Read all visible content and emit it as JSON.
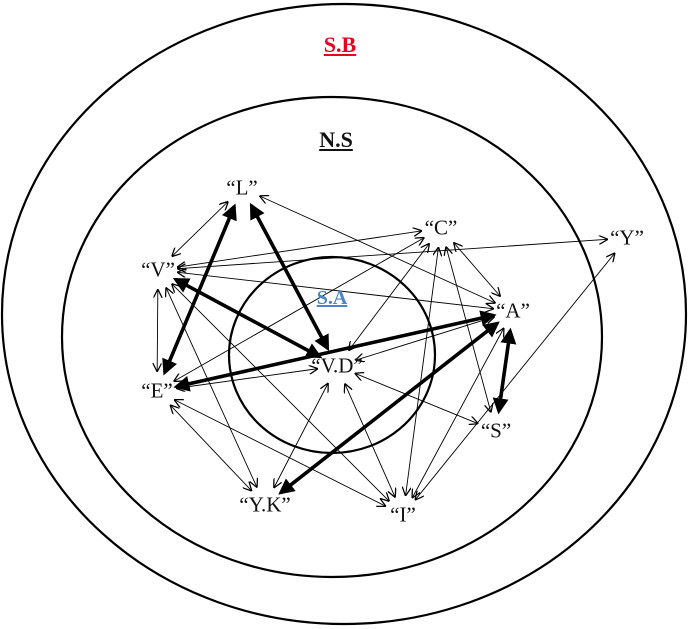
{
  "rings": {
    "outer_label": "S.B",
    "middle_label": "N.S",
    "inner_label": "S.A"
  },
  "colors": {
    "outer_label": "#e8001c",
    "middle_label": "#111111",
    "inner_label": "#4a86c8",
    "ink": "#000000"
  },
  "nodes": [
    {
      "id": "L",
      "label": "“L”"
    },
    {
      "id": "C",
      "label": "“C”"
    },
    {
      "id": "Y",
      "label": "“Y”"
    },
    {
      "id": "V",
      "label": "“V”"
    },
    {
      "id": "A",
      "label": "“A”"
    },
    {
      "id": "VD",
      "label": "“V.D”"
    },
    {
      "id": "E",
      "label": "“E”"
    },
    {
      "id": "S",
      "label": "“S”"
    },
    {
      "id": "YK",
      "label": "“Y.K”"
    },
    {
      "id": "I",
      "label": "“I”"
    }
  ],
  "edges": [
    {
      "from": "L",
      "to": "E",
      "weight": "bold"
    },
    {
      "from": "L",
      "to": "VD",
      "weight": "bold"
    },
    {
      "from": "V",
      "to": "VD",
      "weight": "bold"
    },
    {
      "from": "E",
      "to": "A",
      "weight": "bold"
    },
    {
      "from": "A",
      "to": "YK",
      "weight": "bold"
    },
    {
      "from": "A",
      "to": "S",
      "weight": "bold"
    },
    {
      "from": "L",
      "to": "V",
      "weight": "thin"
    },
    {
      "from": "L",
      "to": "A",
      "weight": "thin"
    },
    {
      "from": "L",
      "to": "E",
      "weight": "thin"
    },
    {
      "from": "V",
      "to": "Y",
      "weight": "thin"
    },
    {
      "from": "V",
      "to": "A",
      "weight": "thin"
    },
    {
      "from": "V",
      "to": "E",
      "weight": "thin"
    },
    {
      "from": "V",
      "to": "YK",
      "weight": "thin"
    },
    {
      "from": "V",
      "to": "I",
      "weight": "thin"
    },
    {
      "from": "C",
      "to": "V",
      "weight": "thin"
    },
    {
      "from": "C",
      "to": "VD",
      "weight": "thin"
    },
    {
      "from": "C",
      "to": "E",
      "weight": "thin"
    },
    {
      "from": "C",
      "to": "A",
      "weight": "thin"
    },
    {
      "from": "C",
      "to": "S",
      "weight": "thin"
    },
    {
      "from": "C",
      "to": "I",
      "weight": "thin"
    },
    {
      "from": "A",
      "to": "VD",
      "weight": "thin"
    },
    {
      "from": "A",
      "to": "I",
      "weight": "thin"
    },
    {
      "from": "E",
      "to": "VD",
      "weight": "thin"
    },
    {
      "from": "E",
      "to": "YK",
      "weight": "thin"
    },
    {
      "from": "E",
      "to": "I",
      "weight": "thin"
    },
    {
      "from": "VD",
      "to": "YK",
      "weight": "thin"
    },
    {
      "from": "VD",
      "to": "I",
      "weight": "thin"
    },
    {
      "from": "VD",
      "to": "S",
      "weight": "thin"
    },
    {
      "from": "Y",
      "to": "I",
      "weight": "thin"
    }
  ]
}
